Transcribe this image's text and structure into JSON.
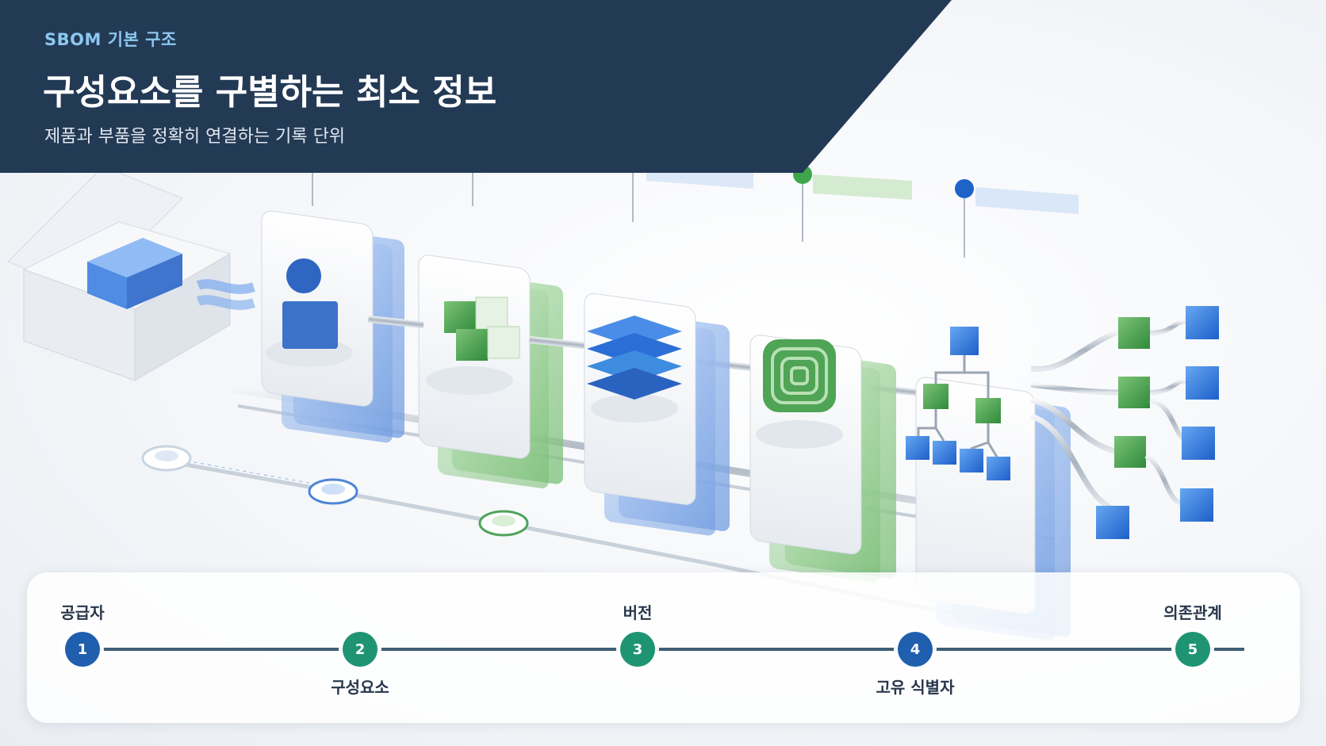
{
  "header": {
    "kicker": "SBOM 기본 구조",
    "title": "구성요소를 구별하는 최소 정보",
    "subtitle": "제품과 부품을 정확히 연결하는 기록 단위"
  },
  "timeline": {
    "steps": [
      {
        "number": "1",
        "label": "공급자",
        "label_position": "above",
        "color": "#1f5fae"
      },
      {
        "number": "2",
        "label": "구성요소",
        "label_position": "below",
        "color": "#1f9473"
      },
      {
        "number": "3",
        "label": "버전",
        "label_position": "above",
        "color": "#1f9473"
      },
      {
        "number": "4",
        "label": "고유 식별자",
        "label_position": "below",
        "color": "#1f5fae"
      },
      {
        "number": "5",
        "label": "의존관계",
        "label_position": "above",
        "color": "#1f9473"
      }
    ]
  },
  "colors": {
    "navy": "#233a55",
    "blue": "#1f5fae",
    "green": "#1f9473",
    "kicker": "#8cc8f0"
  }
}
